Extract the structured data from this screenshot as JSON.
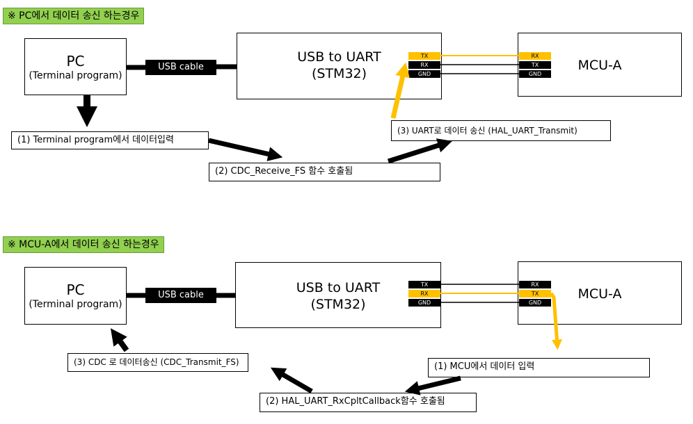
{
  "section1": {
    "title": "※ PC에서 데이터 송신 하는경우",
    "pc": {
      "name": "PC",
      "sub": "(Terminal program)"
    },
    "cable": "USB cable",
    "bridge": {
      "line1": "USB to UART",
      "line2": "(STM32)",
      "pins": [
        "TX",
        "RX",
        "GND"
      ],
      "highlight": "TX"
    },
    "mcu": {
      "name": "MCU-A",
      "pins": [
        "RX",
        "TX",
        "GND"
      ],
      "highlight": "RX"
    },
    "steps": [
      "(1) Terminal program에서  데이터입력",
      "(2) CDC_Receive_FS 함수 호출됨",
      "(3) UART로 데이터 송신 (HAL_UART_Transmit)"
    ]
  },
  "section2": {
    "title": "※ MCU-A에서 데이터 송신 하는경우",
    "pc": {
      "name": "PC",
      "sub": "(Terminal program)"
    },
    "cable": "USB cable",
    "bridge": {
      "line1": "USB to UART",
      "line2": "(STM32)",
      "pins": [
        "TX",
        "RX",
        "GND"
      ],
      "highlight": "RX"
    },
    "mcu": {
      "name": "MCU-A",
      "pins": [
        "RX",
        "TX",
        "GND"
      ],
      "highlight": "TX"
    },
    "steps": [
      "(1) MCU에서 데이터 입력",
      "(2) HAL_UART_RxCpltCallback함수 호출됨",
      "(3) CDC 로 데이터송신 (CDC_Transmit_FS)"
    ]
  },
  "colors": {
    "title_bg": "#92d050",
    "highlight": "#ffc000",
    "arrow": "#000000",
    "cable": "#000000"
  }
}
